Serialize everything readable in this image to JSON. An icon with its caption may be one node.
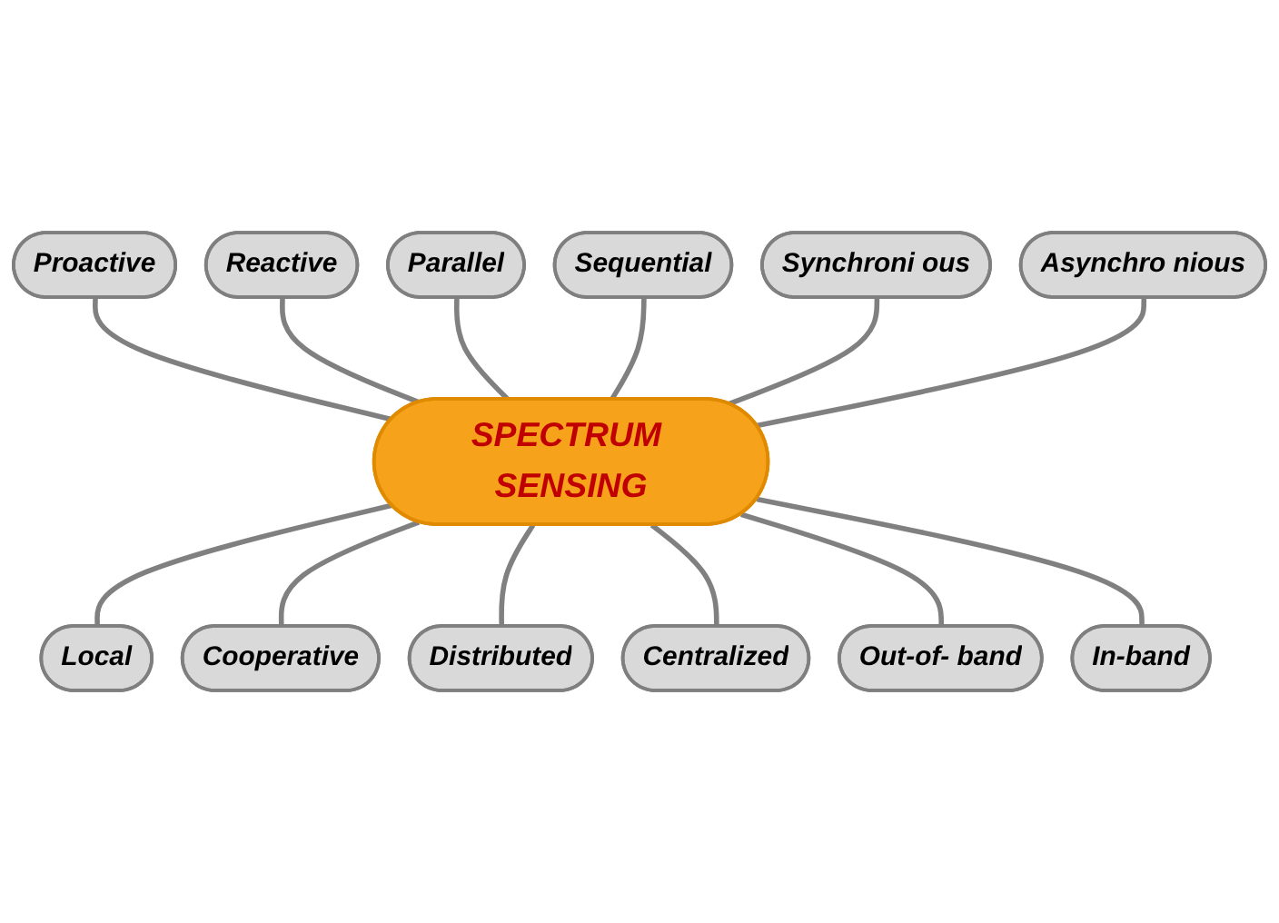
{
  "diagram": {
    "nodes": [
      {
        "text": [
          "Parallel"
        ]
      },
      {
        "text": [
          "Sequential"
        ]
      },
      {
        "text": [
          "Proactive"
        ]
      },
      {
        "text": [
          "Synchroni ous"
        ]
      },
      {
        "text": [
          "Reactive"
        ]
      },
      {
        "text": [
          "Asynchro nious"
        ]
      },
      {
        "text": [
          "SPECTRUM SENSING"
        ]
      },
      {
        "text": [
          "Out-of- band"
        ]
      },
      {
        "text": [
          "Local"
        ]
      },
      {
        "text": [
          "Cooperative"
        ]
      },
      {
        "text": [
          "In-band"
        ]
      },
      {
        "text": [
          "Distributed"
        ]
      },
      {
        "text": [
          "Centralized"
        ]
      }
    ],
    "edges": [
      {
        "from": 2,
        "to": 6,
        "arrow": "none"
      },
      {
        "from": 4,
        "to": 6,
        "arrow": "none"
      },
      {
        "from": 0,
        "to": 6,
        "arrow": "none"
      },
      {
        "from": 1,
        "to": 6,
        "arrow": "none"
      },
      {
        "from": 3,
        "to": 6,
        "arrow": "none"
      },
      {
        "from": 5,
        "to": 6,
        "arrow": "none"
      },
      {
        "from": 6,
        "to": 8,
        "arrow": "none"
      },
      {
        "from": 6,
        "to": 9,
        "arrow": "none"
      },
      {
        "from": 6,
        "to": 11,
        "arrow": "none"
      },
      {
        "from": 6,
        "to": 12,
        "arrow": "none"
      },
      {
        "from": 6,
        "to": 7,
        "arrow": "none"
      },
      {
        "from": 6,
        "to": 10,
        "arrow": "none"
      }
    ]
  }
}
